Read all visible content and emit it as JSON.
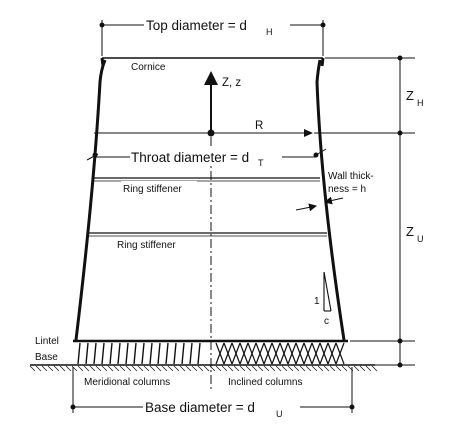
{
  "labels": {
    "top_diameter": "Top diameter = d",
    "top_diameter_sub": "H",
    "cornice": "Cornice",
    "axis": "Z, z",
    "z_h": "Z",
    "z_h_sub": "H",
    "radius": "R",
    "throat_diameter": "Throat diameter = d",
    "throat_diameter_sub": "T",
    "ring_stiffener_upper": "Ring stiffener",
    "ring_stiffener_lower": "Ring stiffener",
    "wall_thickness_1": "Wall thick-",
    "wall_thickness_2": "ness = h",
    "z_u": "Z",
    "z_u_sub": "U",
    "slope_1": "1",
    "slope_c": "c",
    "lintel": "Lintel",
    "base": "Base",
    "meridional_columns": "Meridional columns",
    "inclined_columns": "Inclined columns",
    "base_diameter": "Base diameter = d",
    "base_diameter_sub": "U"
  }
}
